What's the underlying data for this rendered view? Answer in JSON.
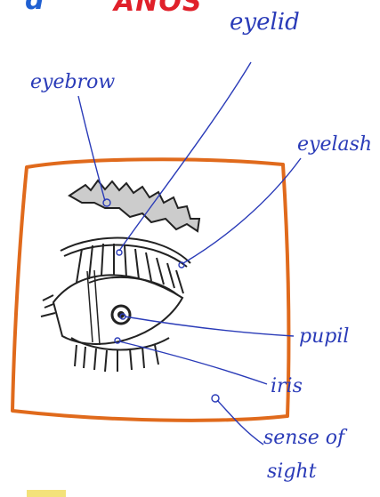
{
  "header": {
    "partial_word_left": "d",
    "partial_word_right": "ANOS",
    "colors": {
      "left": "#1f5fd1",
      "right": "#e0202a"
    }
  },
  "labels": {
    "eyelid": "eyelid",
    "eyebrow": "eyebrow",
    "eyelash": "eyelash",
    "pupil": "pupil",
    "iris": "iris",
    "sense_line1": "sense of",
    "sense_line2": "sight"
  },
  "colors": {
    "label_ink": "#2a3bb8",
    "frame": "#e06a1c",
    "pencil": "#222222",
    "shading": "#9a9a9a",
    "yellow_mark": "#f3e27a"
  }
}
